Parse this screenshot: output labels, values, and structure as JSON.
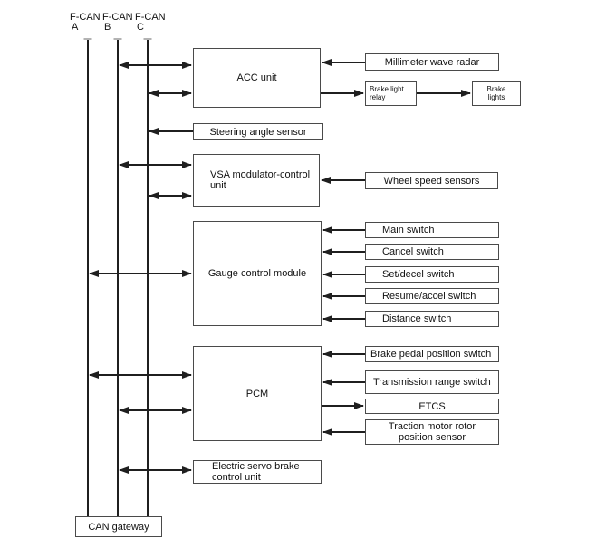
{
  "buses": {
    "a": {
      "label": "F-CAN",
      "sub": "A"
    },
    "b": {
      "label": "F-CAN",
      "sub": "B"
    },
    "c": {
      "label": "F-CAN",
      "sub": "C"
    }
  },
  "nodes": {
    "acc": {
      "label": "ACC unit"
    },
    "radar": {
      "label": "Millimeter wave radar"
    },
    "brake_light_relay": {
      "line1": "Brake light",
      "line2": "relay"
    },
    "brake_lights": {
      "line1": "Brake",
      "line2": "lights"
    },
    "steering": {
      "label": "Steering angle sensor"
    },
    "vsa": {
      "line1": "VSA modulator-control",
      "line2": "unit"
    },
    "wheel_speed": {
      "label": "Wheel speed sensors"
    },
    "gauge": {
      "label": "Gauge control module"
    },
    "main_switch": {
      "label": "Main switch"
    },
    "cancel_switch": {
      "label": "Cancel switch"
    },
    "set_decel_switch": {
      "label": "Set/decel switch"
    },
    "resume_accel_switch": {
      "label": "Resume/accel switch"
    },
    "distance_switch": {
      "label": "Distance switch"
    },
    "pcm": {
      "label": "PCM"
    },
    "brake_pedal_switch": {
      "label": "Brake pedal position switch"
    },
    "transmission_range_switch": {
      "label": "Transmission range switch"
    },
    "etcs": {
      "label": "ETCS"
    },
    "traction_sensor": {
      "line1": "Traction motor rotor",
      "line2": "position sensor"
    },
    "servo_brake": {
      "line1": "Electric servo brake",
      "line2": "control unit"
    },
    "can_gateway": {
      "label": "CAN gateway"
    }
  },
  "connections": [
    {
      "from": "F-CAN B",
      "to": "ACC unit",
      "direction": "bidirectional"
    },
    {
      "from": "F-CAN C",
      "to": "ACC unit",
      "direction": "bidirectional"
    },
    {
      "from": "Millimeter wave radar",
      "to": "ACC unit",
      "direction": "one-way"
    },
    {
      "from": "ACC unit",
      "to": "Brake light relay",
      "direction": "one-way"
    },
    {
      "from": "Brake light relay",
      "to": "Brake lights",
      "direction": "one-way"
    },
    {
      "from": "Steering angle sensor",
      "to": "F-CAN C",
      "direction": "one-way"
    },
    {
      "from": "F-CAN B",
      "to": "VSA modulator-control unit",
      "direction": "bidirectional"
    },
    {
      "from": "F-CAN C",
      "to": "VSA modulator-control unit",
      "direction": "bidirectional"
    },
    {
      "from": "Wheel speed sensors",
      "to": "VSA modulator-control unit",
      "direction": "one-way"
    },
    {
      "from": "F-CAN A",
      "to": "Gauge control module",
      "direction": "bidirectional"
    },
    {
      "from": "Main switch",
      "to": "Gauge control module",
      "direction": "one-way"
    },
    {
      "from": "Cancel switch",
      "to": "Gauge control module",
      "direction": "one-way"
    },
    {
      "from": "Set/decel switch",
      "to": "Gauge control module",
      "direction": "one-way"
    },
    {
      "from": "Resume/accel switch",
      "to": "Gauge control module",
      "direction": "one-way"
    },
    {
      "from": "Distance switch",
      "to": "Gauge control module",
      "direction": "one-way"
    },
    {
      "from": "F-CAN A",
      "to": "PCM",
      "direction": "bidirectional"
    },
    {
      "from": "F-CAN B",
      "to": "PCM",
      "direction": "bidirectional"
    },
    {
      "from": "Brake pedal position switch",
      "to": "PCM",
      "direction": "one-way"
    },
    {
      "from": "Transmission range switch",
      "to": "PCM",
      "direction": "one-way"
    },
    {
      "from": "PCM",
      "to": "ETCS",
      "direction": "one-way"
    },
    {
      "from": "Traction motor rotor position sensor",
      "to": "PCM",
      "direction": "one-way"
    },
    {
      "from": "F-CAN B",
      "to": "Electric servo brake control unit",
      "direction": "bidirectional"
    },
    {
      "from": "F-CAN A",
      "to": "CAN gateway",
      "direction": "terminates"
    },
    {
      "from": "F-CAN B",
      "to": "CAN gateway",
      "direction": "terminates"
    },
    {
      "from": "F-CAN C",
      "to": "CAN gateway",
      "direction": "terminates"
    }
  ],
  "colors": {
    "line": "#1f1f1f",
    "box_border": "#4a4a4a",
    "bus_tick": "#b3b3b3",
    "background": "#ffffff"
  }
}
